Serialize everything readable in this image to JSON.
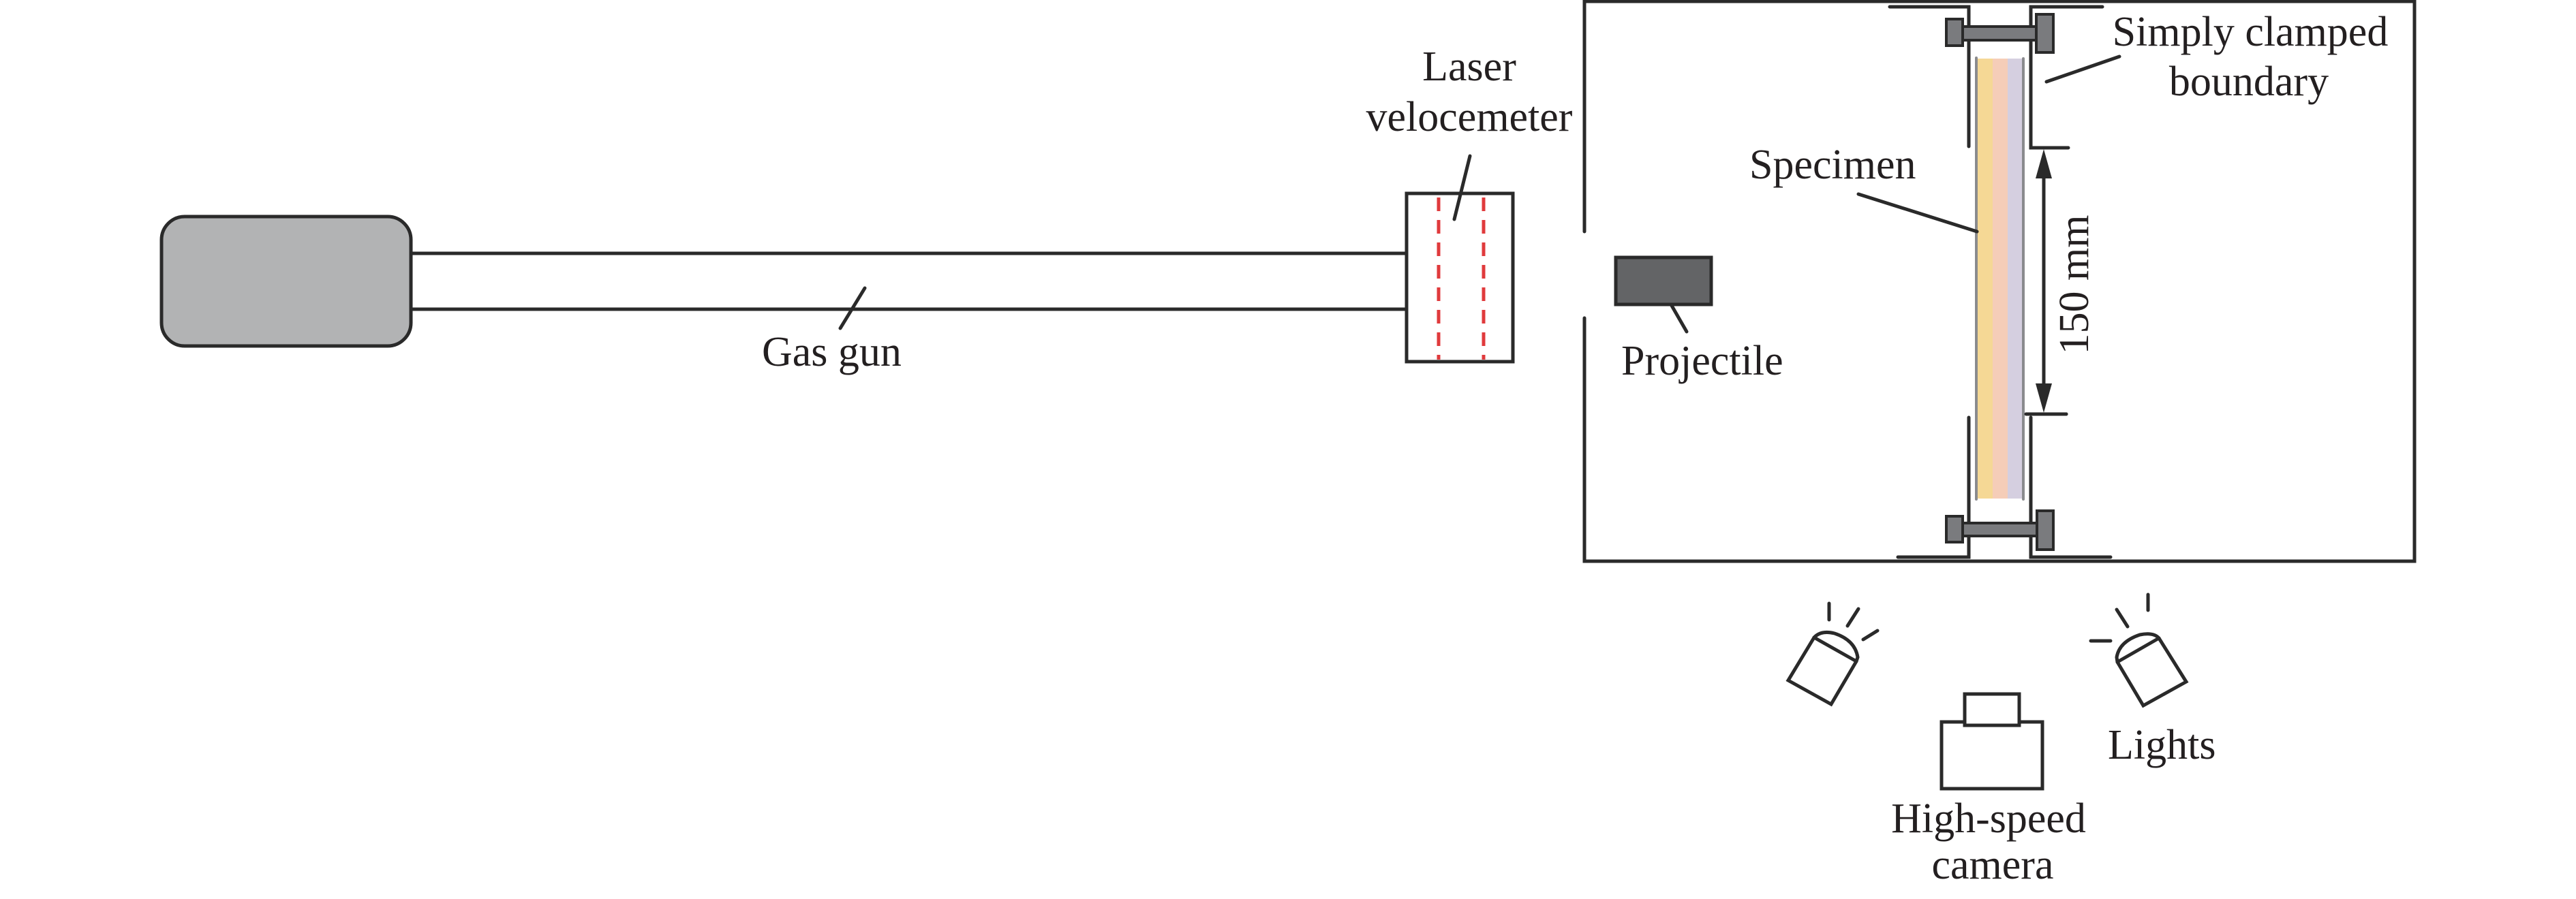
{
  "figure": {
    "type": "experimental-setup-schematic",
    "labels": {
      "gas_gun": "Gas gun",
      "laser_velocimeter_line1": "Laser",
      "laser_velocimeter_line2": "velocemeter",
      "projectile": "Projectile",
      "specimen": "Specimen",
      "boundary_line1": "Simply clamped",
      "boundary_line2": "boundary",
      "dimension": "150 mm",
      "camera_line1": "High-speed",
      "camera_line2": "camera",
      "lights": "Lights"
    },
    "colors": {
      "line": "#2a2a2a",
      "gas_reservoir_fill": "#b2b3b4",
      "projectile_fill": "#636466",
      "clamp_bolt_fill": "#7a7b7e",
      "laser_beam": "#e03a3c",
      "specimen_edge": "#8a8b8e",
      "specimen_layer_1": "#f5d895",
      "specimen_layer_2": "#f5cdb8",
      "specimen_layer_3": "#d5cfe0"
    },
    "specimen_span_mm": 150
  }
}
